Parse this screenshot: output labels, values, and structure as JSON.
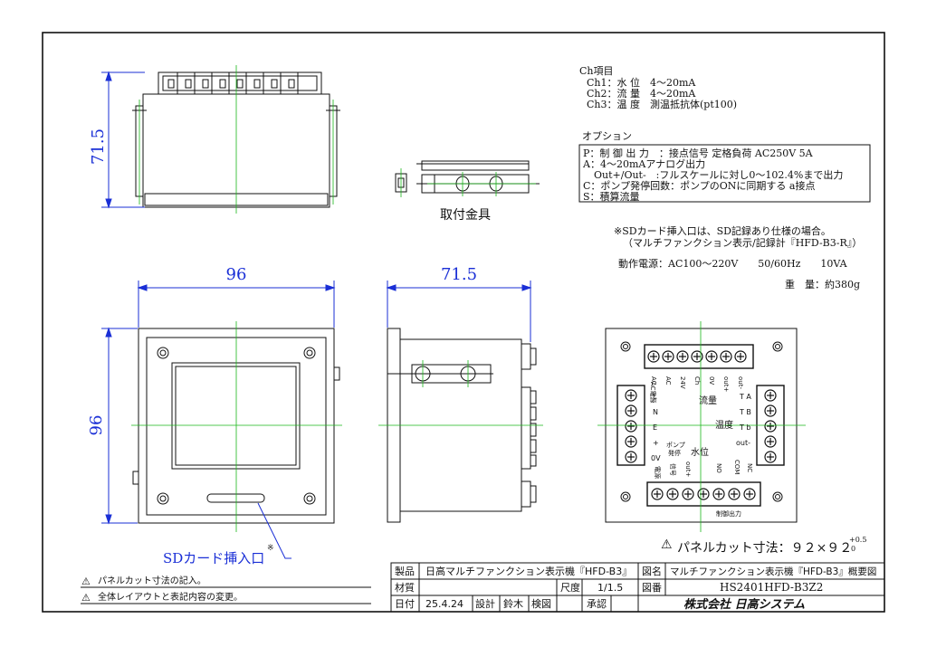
{
  "spec": {
    "ch_header": "Ch項目",
    "ch1": "Ch1：水 位　4～20mA",
    "ch2": "Ch2：流 量　4～20mA",
    "ch3": "Ch3：温 度　測温抵抗体(pt100)",
    "options_header": "オプション",
    "opt_p": "P：制 御 出 力　：接点信号 定格負荷 AC250V 5A",
    "opt_a": "A：4～20mAアナログ出力",
    "opt_a2": "Out+/Out-　:フルスケールに対し0～102.4%まで出力",
    "opt_c": "C：ポンプ発停回数：ポンプのONに同期する a接点",
    "opt_s": "S：積算流量",
    "sd_note1": "※SDカード挿入口は、SD記録あり仕様の場合。",
    "sd_note2": "（マルチファンクション表示/記録計『HFD-B3-R』）",
    "power": "動作電源：AC100～220V　　50/60Hz　　10VA",
    "weight": "重　量：約380g"
  },
  "labels": {
    "bracket": "取付金具",
    "dim_top_height": "71.5",
    "dim_front_width": "96",
    "dim_front_height": "96",
    "dim_side_width": "71.5",
    "sd_slot": "SDカード挿入口",
    "sd_mark": "※",
    "panel_cut": "パネルカット寸法：９２×９２",
    "tol_plus": "+0.5",
    "tol_zero": "0",
    "warn_symbol": "⚠"
  },
  "terminal": {
    "flow": "流量",
    "temp": "温度",
    "level": "水位",
    "pump": "ポンプ",
    "pump2": "発停",
    "ta": "T A",
    "tb": "T B",
    "tb2": "T b",
    "out_minus": "out-",
    "acl": "L",
    "acn": "N",
    "ace": "E",
    "plus": "+",
    "ov": "0V",
    "comm": "COM",
    "control_out": "制御出力",
    "top_labels": [
      "AC",
      "AC",
      "24V",
      "Ch",
      "0V",
      "out+",
      "out-"
    ],
    "left_side_label": "AC電源",
    "bottom_labels": [
      "電源",
      "信号",
      "out+",
      "NO",
      "NC"
    ]
  },
  "revisions": [
    {
      "text": "パネルカット寸法の記入。"
    },
    {
      "text": "全体レイアウトと表記内容の変更。"
    }
  ],
  "titleblock": {
    "product_label": "製品",
    "product": "日高マルチファンクション表示機『HFD-B3』",
    "drawing_label": "図名",
    "drawing": "マルチファンクション表示機『HFD-B3』概要図",
    "material_label": "材質",
    "material": "",
    "scale_label": "尺度",
    "scale": "1/1.5",
    "number_label": "図番",
    "number": "HS2401HFD-B3Z2",
    "date_label": "日付",
    "date": "25.4.24",
    "design_label": "設計",
    "designer": "鈴木",
    "check_label": "検図",
    "checker": "",
    "approve_label": "承認",
    "approver": "",
    "company": "株式会社 日高システム"
  }
}
